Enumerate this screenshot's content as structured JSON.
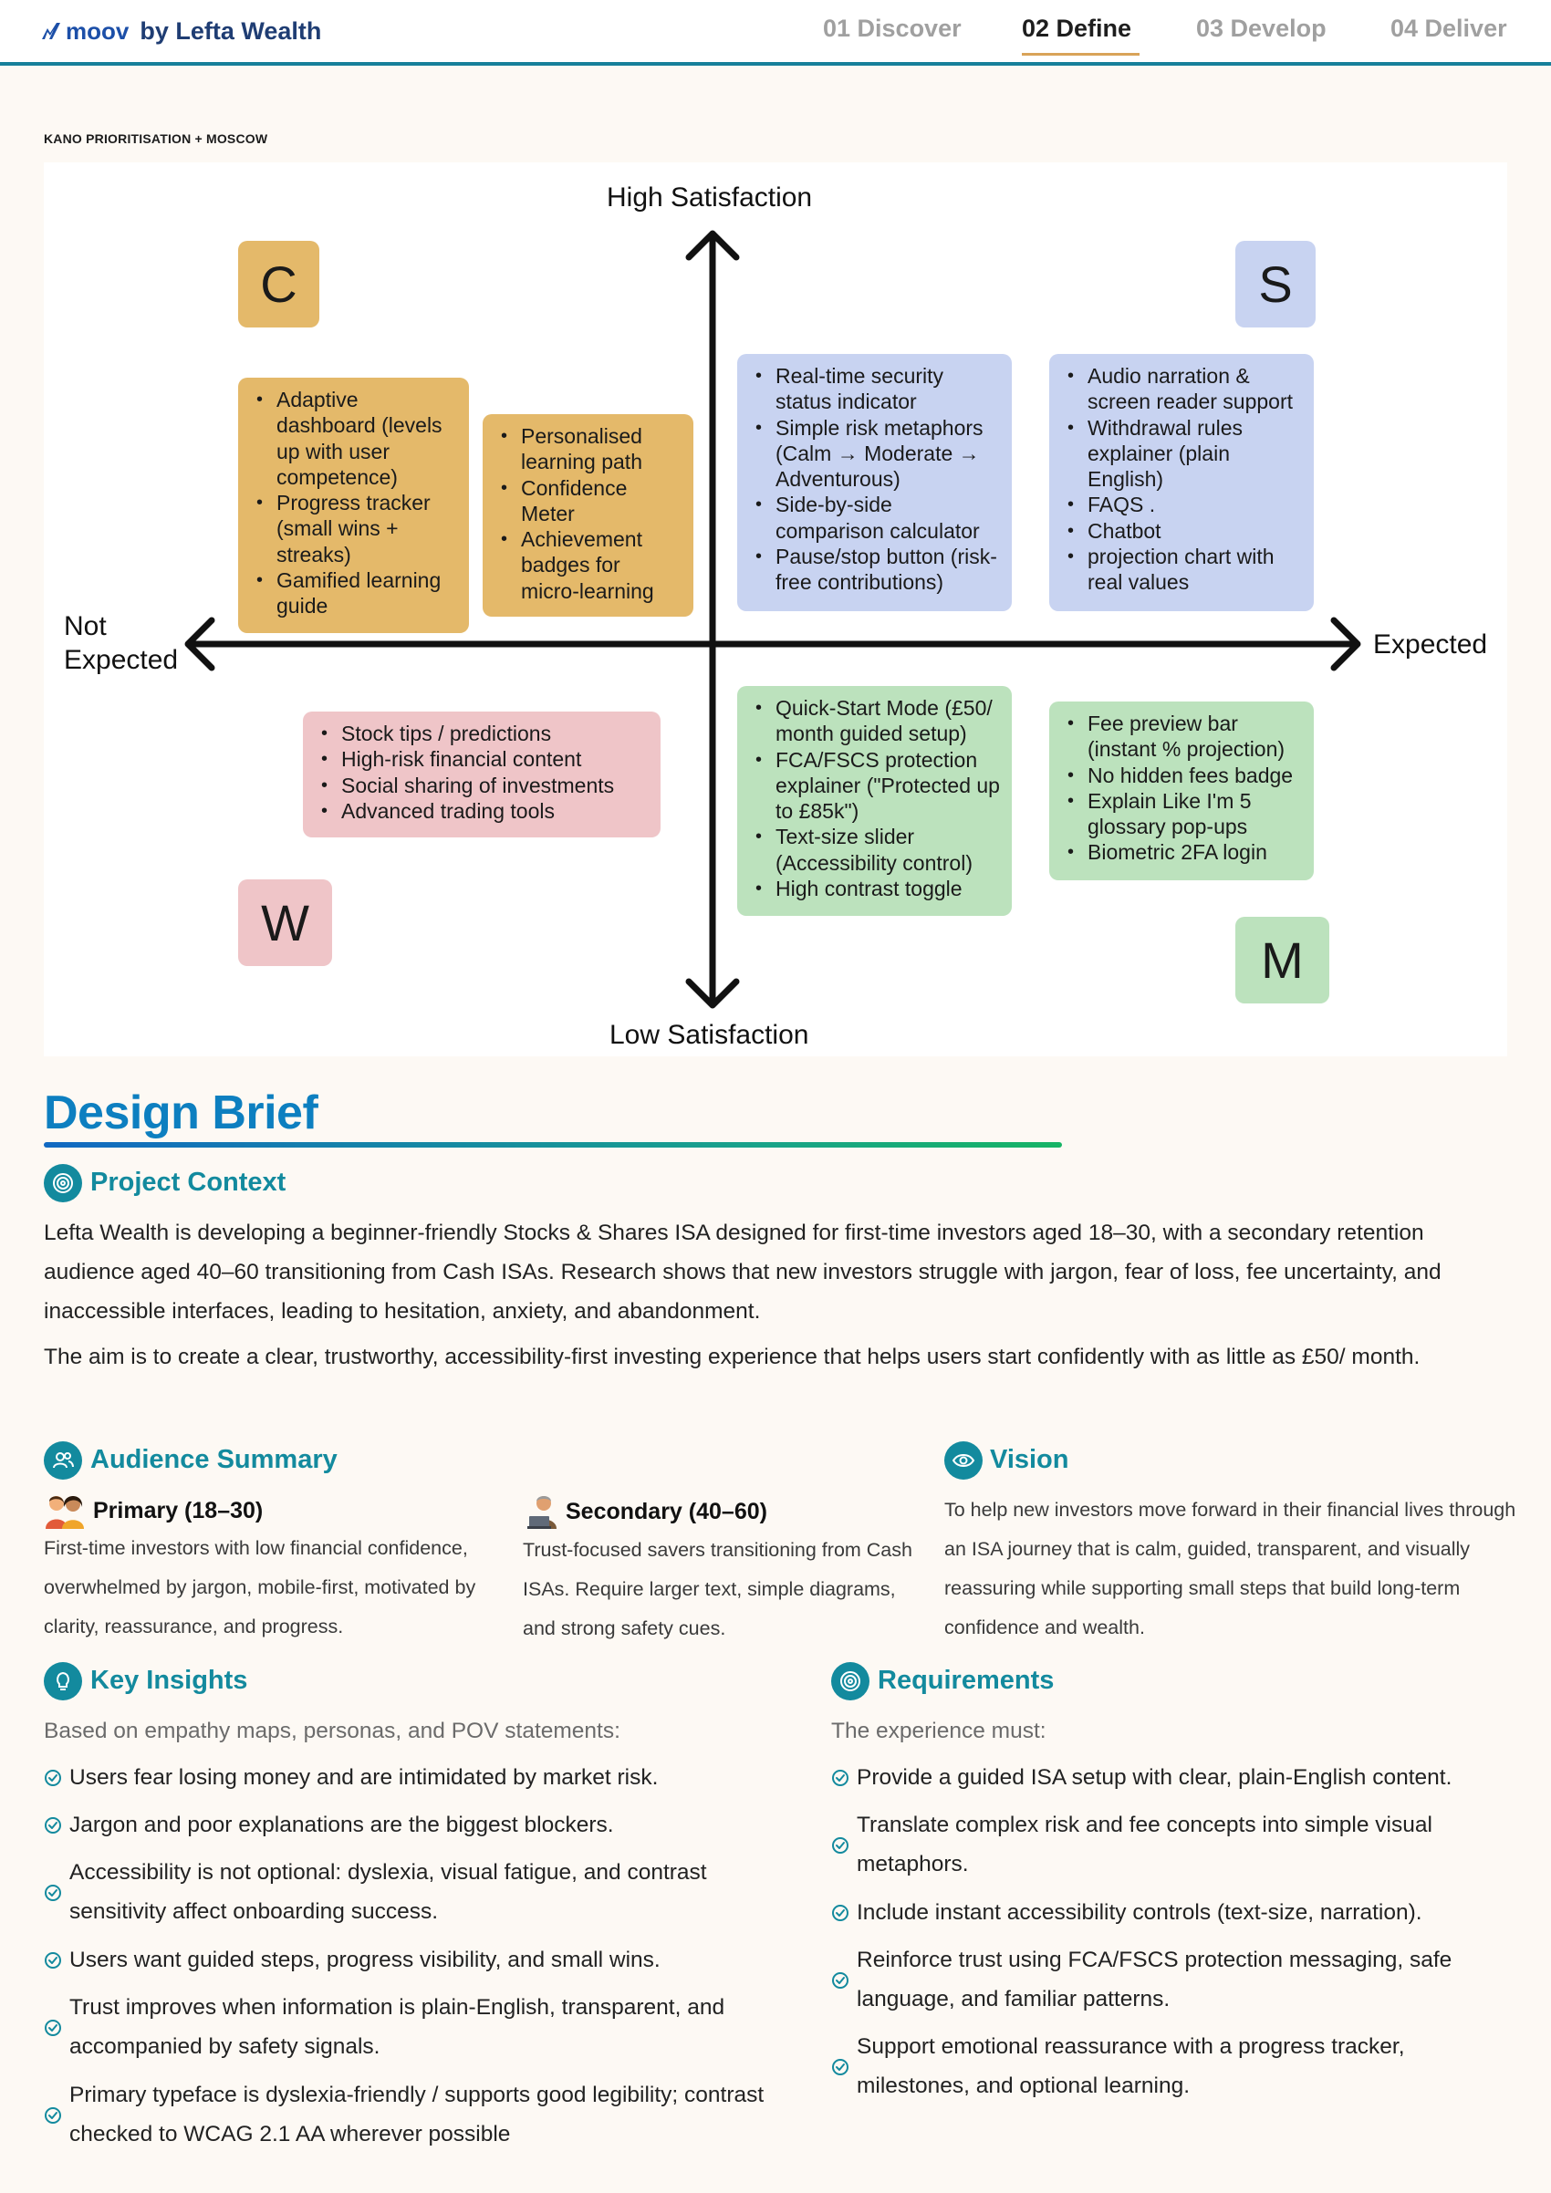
{
  "header": {
    "brand_moov": "moov",
    "brand_by": "by Lefta Wealth",
    "nav": [
      {
        "label": "01 Discover",
        "active": false
      },
      {
        "label": "02 Define",
        "active": true
      },
      {
        "label": "03 Develop",
        "active": false
      },
      {
        "label": "04 Deliver",
        "active": false
      }
    ],
    "accent_color": "#17809a",
    "underline_color": "#d9a358"
  },
  "kano": {
    "section_label": "KANO PRIORITISATION + MOSCOW",
    "axis": {
      "top": "High Satisfaction",
      "bottom": "Low Satisfaction",
      "left_line1": "Not",
      "left_line2": "Expected",
      "right": "Expected"
    },
    "tiles": {
      "c": "C",
      "s": "S",
      "w": "W",
      "m": "M"
    },
    "could_box_1": [
      "Adaptive dashboard (levels up with user competence)",
      "Progress tracker (small wins + streaks)",
      "Gamified learning guide"
    ],
    "could_box_2": [
      "Personalised learning path",
      "Confidence Meter",
      "Achievement badges for micro-learning"
    ],
    "should_box_1": [
      "Real-time security status indicator",
      "Simple risk metaphors (Calm → Moderate → Adventurous)",
      "Side-by-side comparison calculator",
      "Pause/stop button (risk-free contributions)"
    ],
    "should_box_2": [
      "Audio narration & screen reader support",
      "Withdrawal rules explainer (plain English)",
      "FAQS .",
      "Chatbot",
      "projection chart with real values"
    ],
    "wont_box": [
      "Stock tips / predictions",
      "High-risk financial content",
      "Social sharing of investments",
      "Advanced trading tools"
    ],
    "must_box_1": [
      "Quick-Start Mode (£50/ month guided setup)",
      "FCA/FSCS protection explainer (\"Protected up to £85k\")",
      "Text-size slider (Accessibility control)",
      "High contrast toggle"
    ],
    "must_box_2": [
      "Fee preview bar (instant % projection)",
      "No hidden fees badge",
      "Explain Like I'm 5 glossary pop-ups",
      "Biometric 2FA login"
    ],
    "colors": {
      "could": "#e4b96a",
      "should": "#c8d3f1",
      "wont": "#efc5c8",
      "must": "#bce2bd"
    }
  },
  "brief": {
    "title": "Design Brief",
    "context": {
      "heading": "Project Context",
      "p1": "Lefta Wealth is developing a beginner-friendly Stocks & Shares ISA designed for first-time investors aged 18–30, with a secondary retention audience aged 40–60 transitioning from Cash ISAs. Research shows that new investors struggle with jargon, fear of loss, fee uncertainty, and inaccessible interfaces, leading to hesitation, anxiety, and abandonment.",
      "p2": "The aim is to create a clear, trustworthy, accessibility-first investing experience that helps users start confidently with as little as £50/ month."
    },
    "audience": {
      "heading": "Audience Summary",
      "primary_label": "Primary (18–30)",
      "primary_text": "First-time investors with low financial confidence, overwhelmed by jargon, mobile-first, motivated by clarity, reassurance, and progress.",
      "secondary_label": "Secondary (40–60)",
      "secondary_text": "Trust-focused savers transitioning from Cash ISAs. Require larger text, simple diagrams, and strong safety cues."
    },
    "vision": {
      "heading": "Vision",
      "text": "To help new investors move forward in their financial lives through an ISA journey that is calm, guided, transparent, and visually reassuring while supporting small steps that build long-term confidence and wealth."
    },
    "insights": {
      "heading": "Key Insights",
      "intro": "Based on empathy maps, personas, and POV statements:",
      "items": [
        "Users fear losing money and are intimidated by market risk.",
        "Jargon and poor explanations are the biggest blockers.",
        "Accessibility is not optional: dyslexia, visual fatigue, and contrast sensitivity affect onboarding success.",
        "Users want guided steps, progress visibility, and small wins.",
        "Trust improves when information is plain-English, transparent, and accompanied by safety signals.",
        "Primary typeface is dyslexia-friendly / supports good legibility; contrast checked to WCAG 2.1 AA wherever possible"
      ]
    },
    "requirements": {
      "heading": "Requirements",
      "intro": "The experience must:",
      "items": [
        "Provide a guided ISA setup with clear, plain-English content.",
        "Translate complex risk and fee concepts into simple visual metaphors.",
        "Include instant accessibility controls (text-size, narration).",
        "Reinforce trust using FCA/FSCS protection messaging, safe language, and familiar patterns.",
        "Support emotional reassurance with a progress tracker, milestones, and optional learning."
      ]
    },
    "heading_color": "#138a9e"
  }
}
